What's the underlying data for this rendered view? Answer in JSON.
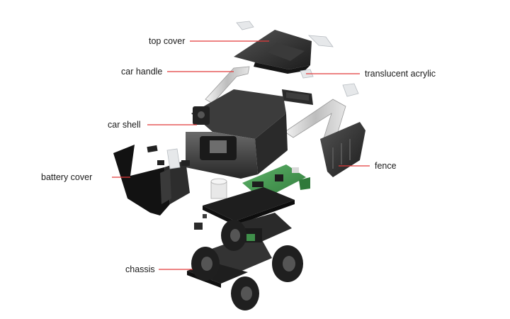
{
  "diagram": {
    "labels": {
      "top_cover": "top cover",
      "car_handle": "car handle",
      "translucent_acrylic": "translucent acrylic",
      "car_shell": "car shell",
      "fence": "fence",
      "battery_cover": "battery cover",
      "chassis": "chassis"
    },
    "colors": {
      "leader_line": "#e23a3a",
      "body_dark": "#2b2b2b",
      "body_mid": "#4a4a4a",
      "handle_silver": "#cfcfcf",
      "pcb_green": "#3f8f4a",
      "acrylic": "#e9ecef",
      "tire": "#1f1f1f"
    }
  }
}
